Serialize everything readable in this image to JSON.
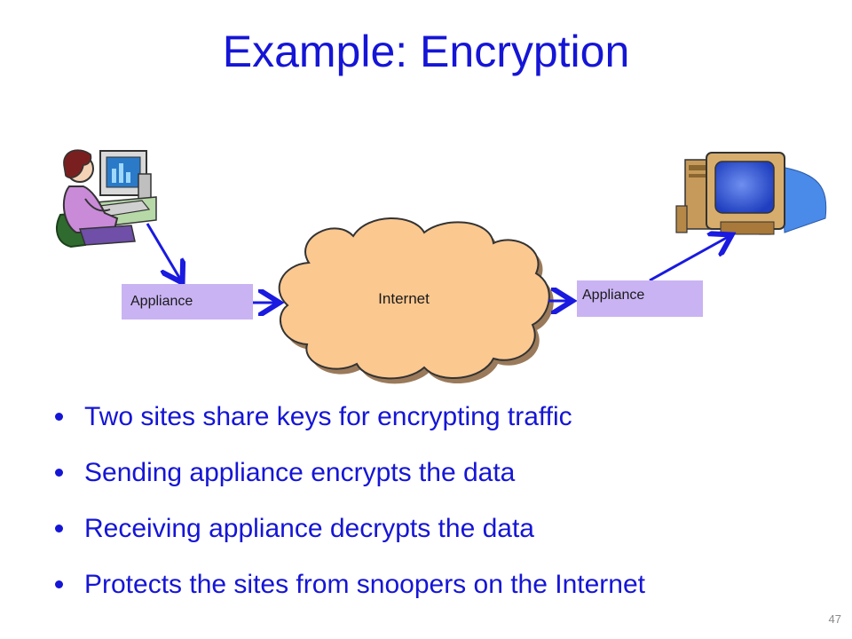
{
  "slide": {
    "title": "Example: Encryption",
    "page_number": "47"
  },
  "diagram": {
    "left_appliance_label": "Appliance",
    "right_appliance_label": "Appliance",
    "cloud_label": "Internet",
    "left_icon": "person-at-computer-icon",
    "right_icon": "desktop-computer-icon",
    "colors": {
      "appliance_fill": "#c9b3f3",
      "cloud_fill": "#fbc890",
      "arrow": "#1a1ae0",
      "text": "#1515d6"
    }
  },
  "bullets": [
    "Two sites share keys for encrypting traffic",
    "Sending appliance encrypts the data",
    "Receiving appliance decrypts the data",
    "Protects the sites from snoopers on the Internet"
  ]
}
